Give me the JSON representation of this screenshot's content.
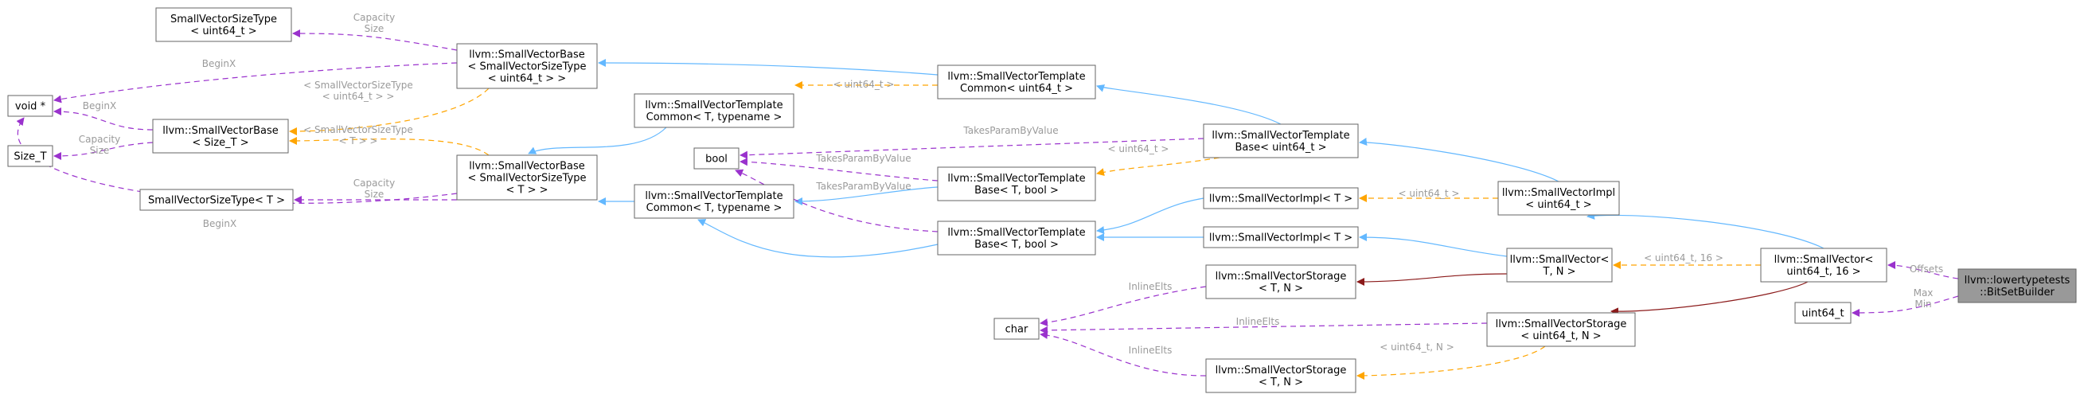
{
  "colors": {
    "inheritance": "#63b8ff",
    "usage": "#9a32cd",
    "template": "#ffa500",
    "private": "#8b1a1a",
    "root_fill": "#999999",
    "node_border": "#666666"
  },
  "nodes": {
    "root": [
      "llvm::lowertypetests",
      "::BitSetBuilder"
    ],
    "sv_u64_16": [
      "llvm::SmallVector<",
      "uint64_t, 16 >"
    ],
    "uint64": [
      "uint64_t"
    ],
    "impl_u64": [
      "llvm::SmallVectorImpl",
      "< uint64_t >"
    ],
    "sv_tn": [
      "llvm::SmallVector<",
      "T, N >"
    ],
    "storage_u64n": [
      "llvm::SmallVectorStorage",
      "< uint64_t, N >"
    ],
    "tb_u64": [
      "llvm::SmallVectorTemplate",
      "Base< uint64_t >"
    ],
    "impl_t_top": [
      "llvm::SmallVectorImpl< T >"
    ],
    "impl_t_bot": [
      "llvm::SmallVectorImpl< T >"
    ],
    "storage_tn_mid": [
      "llvm::SmallVectorStorage",
      "< T, N >"
    ],
    "storage_tn_bot": [
      "llvm::SmallVectorStorage",
      "< T, N >"
    ],
    "char": [
      "char"
    ],
    "tc_u64": [
      "llvm::SmallVectorTemplate",
      "Common< uint64_t >"
    ],
    "tb_tbool_a": [
      "llvm::SmallVectorTemplate",
      "Base< T, bool >"
    ],
    "tb_tbool_b": [
      "llvm::SmallVectorTemplate",
      "Base< T, bool >"
    ],
    "bool": [
      "bool"
    ],
    "tc_tt_top": [
      "llvm::SmallVectorTemplate",
      "Common< T, typename >"
    ],
    "tc_tt_bot": [
      "llvm::SmallVectorTemplate",
      "Common< T, typename >"
    ],
    "svb_u64": [
      "llvm::SmallVectorBase",
      "< SmallVectorSizeType",
      "< uint64_t > >"
    ],
    "svb_t": [
      "llvm::SmallVectorBase",
      "< SmallVectorSizeType",
      "< T > >"
    ],
    "sst_u64": [
      "SmallVectorSizeType",
      "< uint64_t >"
    ],
    "sst_t": [
      "SmallVectorSizeType< T >"
    ],
    "svb_size": [
      "llvm::SmallVectorBase",
      "< Size_T >"
    ],
    "void": [
      "void *"
    ],
    "size_t": [
      "Size_T"
    ]
  },
  "edge_labels": {
    "offsets": [
      "Offsets"
    ],
    "maxmin": [
      "Max",
      "Min"
    ],
    "u64_16": [
      "< uint64_t, 16 >"
    ],
    "u64_impl": [
      "< uint64_t >"
    ],
    "u64_n": [
      "< uint64_t, N >"
    ],
    "u64_tb": [
      "< uint64_t >"
    ],
    "u64_tc": [
      "< uint64_t >"
    ],
    "tpbv_1": [
      "TakesParamByValue"
    ],
    "tpbv_2": [
      "TakesParamByValue"
    ],
    "tpbv_3": [
      "TakesParamByValue"
    ],
    "inline_1": [
      "InlineElts"
    ],
    "inline_2": [
      "InlineElts"
    ],
    "inline_3": [
      "InlineElts"
    ],
    "cap_1": [
      "Capacity",
      "Size"
    ],
    "cap_2": [
      "Capacity",
      "Size"
    ],
    "cap_3": [
      "Capacity",
      "Size"
    ],
    "beginx_1": [
      "BeginX"
    ],
    "beginx_2": [
      "BeginX"
    ],
    "beginx_3": [
      "BeginX"
    ],
    "sst_u64_tmpl": [
      "< SmallVectorSizeType",
      "< uint64_t > >"
    ],
    "sst_t_tmpl": [
      "< SmallVectorSizeType",
      "< T > >"
    ]
  }
}
